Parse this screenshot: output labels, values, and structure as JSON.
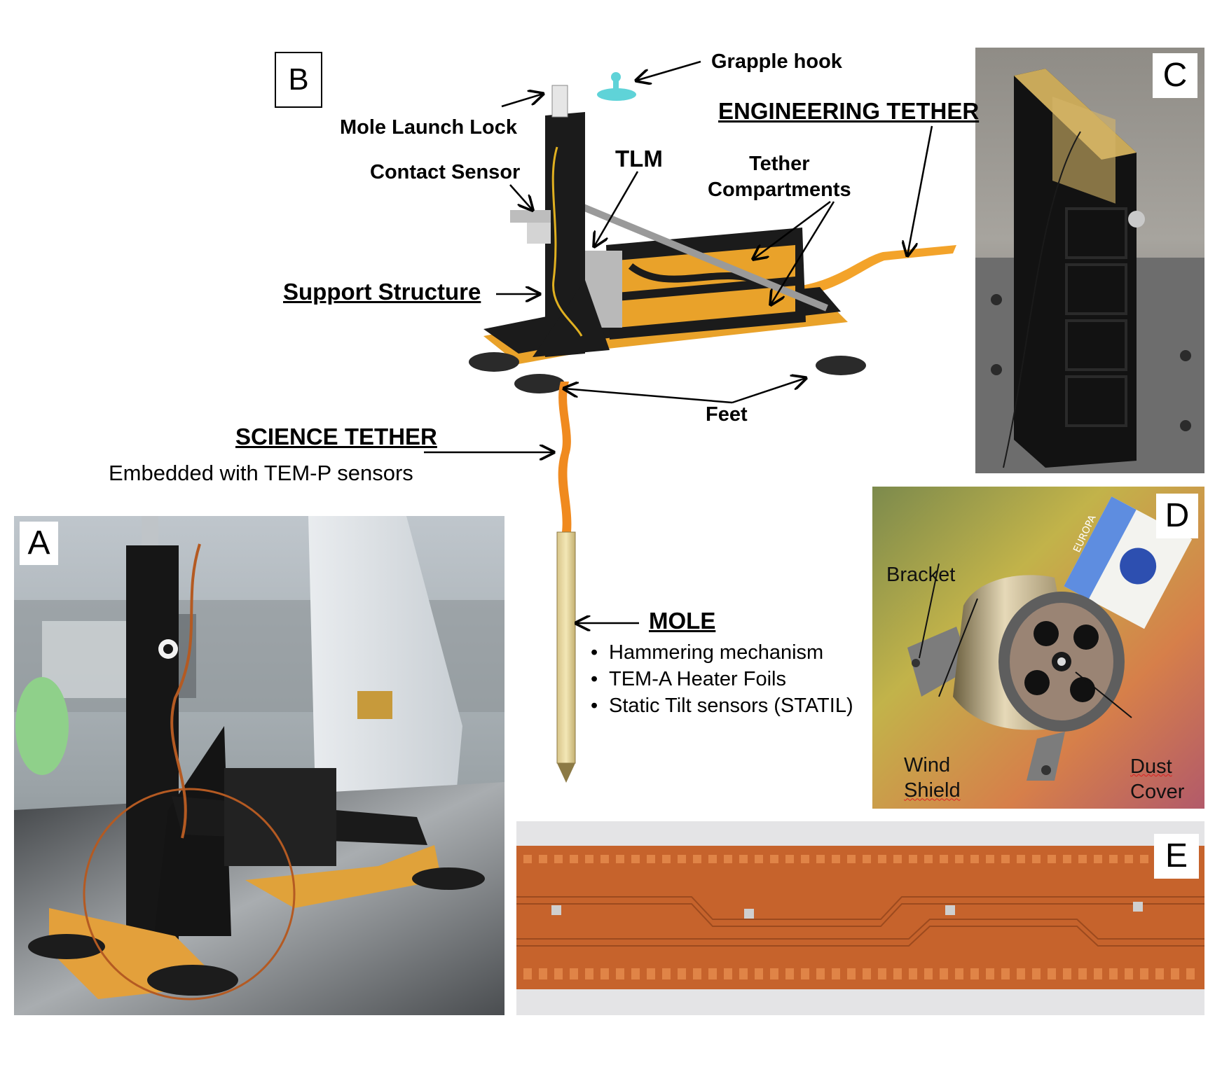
{
  "panels": {
    "a": {
      "letter": "A"
    },
    "b": {
      "letter": "B"
    },
    "c": {
      "letter": "C"
    },
    "d": {
      "letter": "D"
    },
    "e": {
      "letter": "E"
    }
  },
  "diagram_b": {
    "grapple_hook": "Grapple hook",
    "mole_launch_lock": "Mole Launch Lock",
    "contact_sensor": "Contact Sensor",
    "tlm": "TLM",
    "tether_compartments_1": "Tether",
    "tether_compartments_2": "Compartments",
    "engineering_tether": "ENGINEERING TETHER",
    "support_structure": "Support Structure",
    "feet": "Feet",
    "science_tether": "SCIENCE TETHER",
    "science_tether_sub": "Embedded with TEM-P sensors",
    "mole": "MOLE",
    "mole_bullets": [
      "Hammering mechanism",
      "TEM-A Heater Foils",
      "Static Tilt sensors (STATIL)"
    ]
  },
  "panel_d": {
    "bracket": "Bracket",
    "wind": "Wind",
    "shield": "Shield",
    "dust": "Dust",
    "cover": "Cover",
    "matchbox": "EUROPA"
  },
  "colors": {
    "kapton_orange": "#e9a22a",
    "tether_orange": "#f08a1f",
    "carbon_black": "#1b1b1b",
    "grapple_cyan": "#5fd3d8",
    "flex_copper": "#c1602a"
  }
}
